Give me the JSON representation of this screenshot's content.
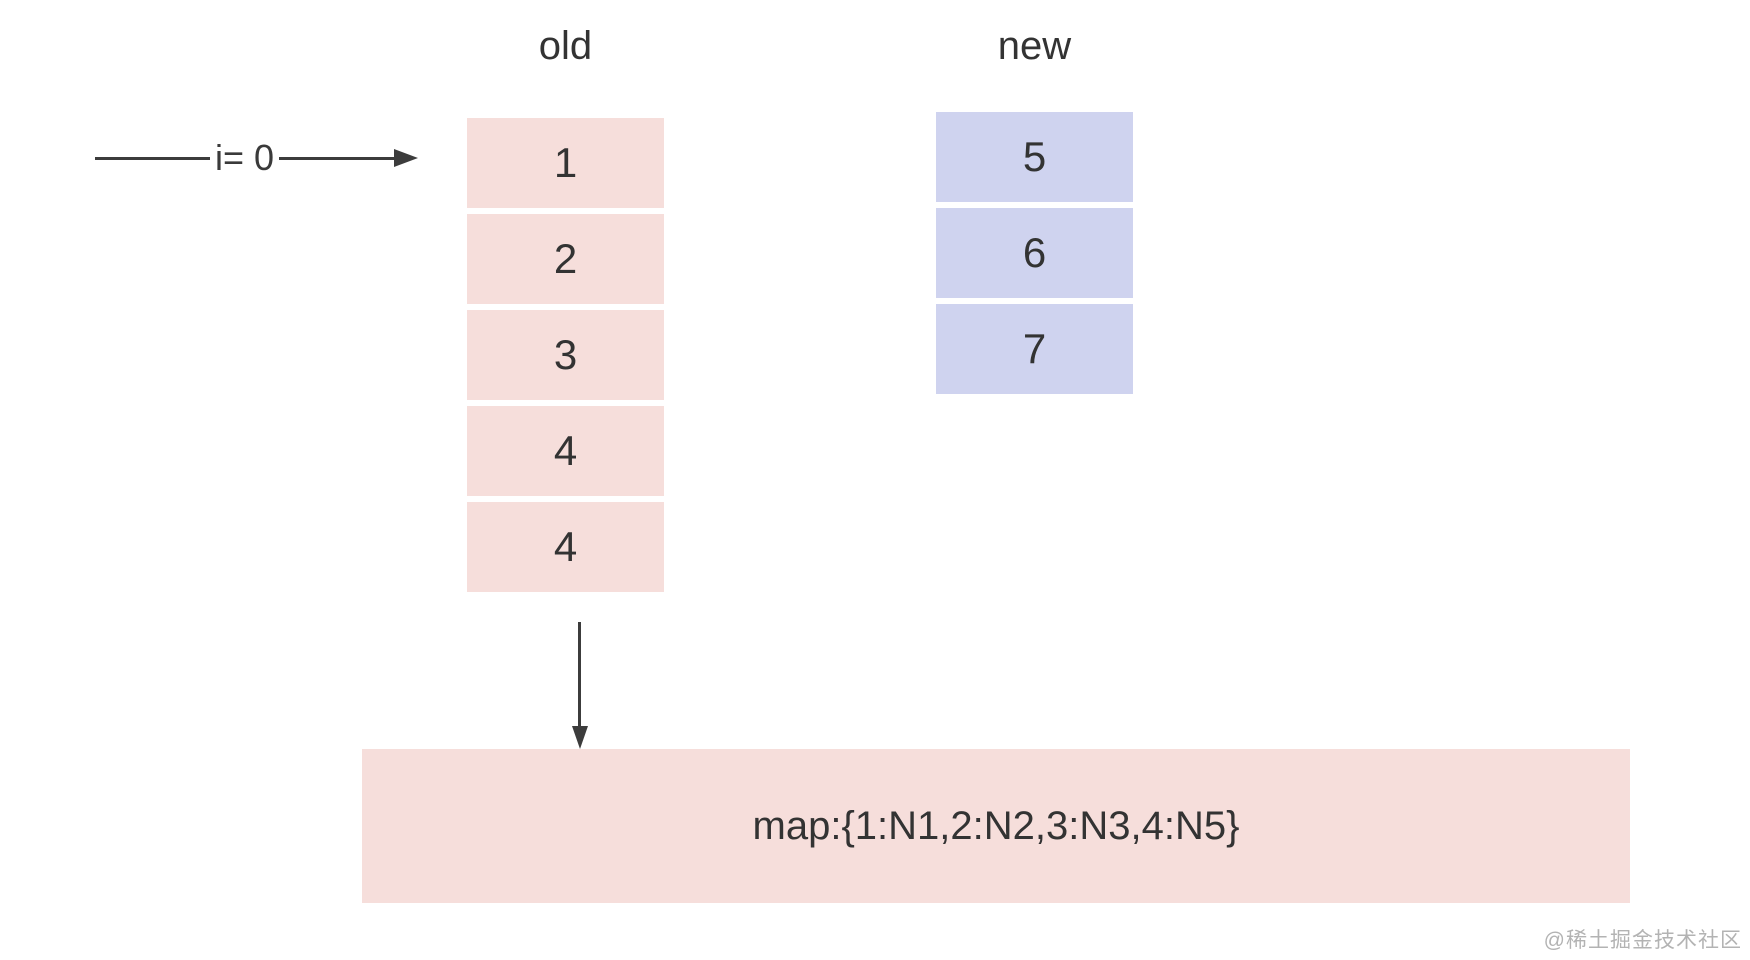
{
  "old_column": {
    "label": "old",
    "items": [
      "1",
      "2",
      "3",
      "4",
      "4"
    ]
  },
  "new_column": {
    "label": "new",
    "items": [
      "5",
      "6",
      "7"
    ]
  },
  "pointer": {
    "label": "i= 0"
  },
  "map_box": {
    "text": "map:{1:N1,2:N2,3:N3,4:N5}"
  },
  "watermark": "@稀土掘金技术社区",
  "colors": {
    "old_node_fill": "#f6dedb",
    "new_node_fill": "#cfd3ef",
    "text": "#333333",
    "arrow": "#3c3c3c",
    "watermark_text": "#b3b3b3"
  }
}
